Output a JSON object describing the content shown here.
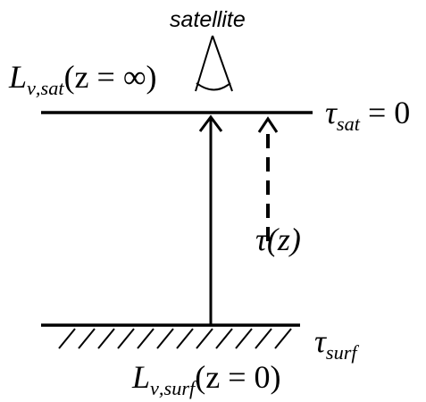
{
  "satellite": {
    "label": "satellite"
  },
  "top_radiance": {
    "symbol": "L",
    "subscript": "ν,sat",
    "argument": "(z = ∞)"
  },
  "surface_radiance": {
    "symbol": "L",
    "subscript": "ν,surf",
    "argument": "(z = 0)"
  },
  "tau_sat": {
    "symbol": "τ",
    "subscript": "sat",
    "rhs": " = 0"
  },
  "tau_z": {
    "text": "τ(z)"
  },
  "tau_surf": {
    "symbol": "τ",
    "subscript": "surf"
  },
  "colors": {
    "ink": "#000000",
    "background": "#ffffff"
  }
}
